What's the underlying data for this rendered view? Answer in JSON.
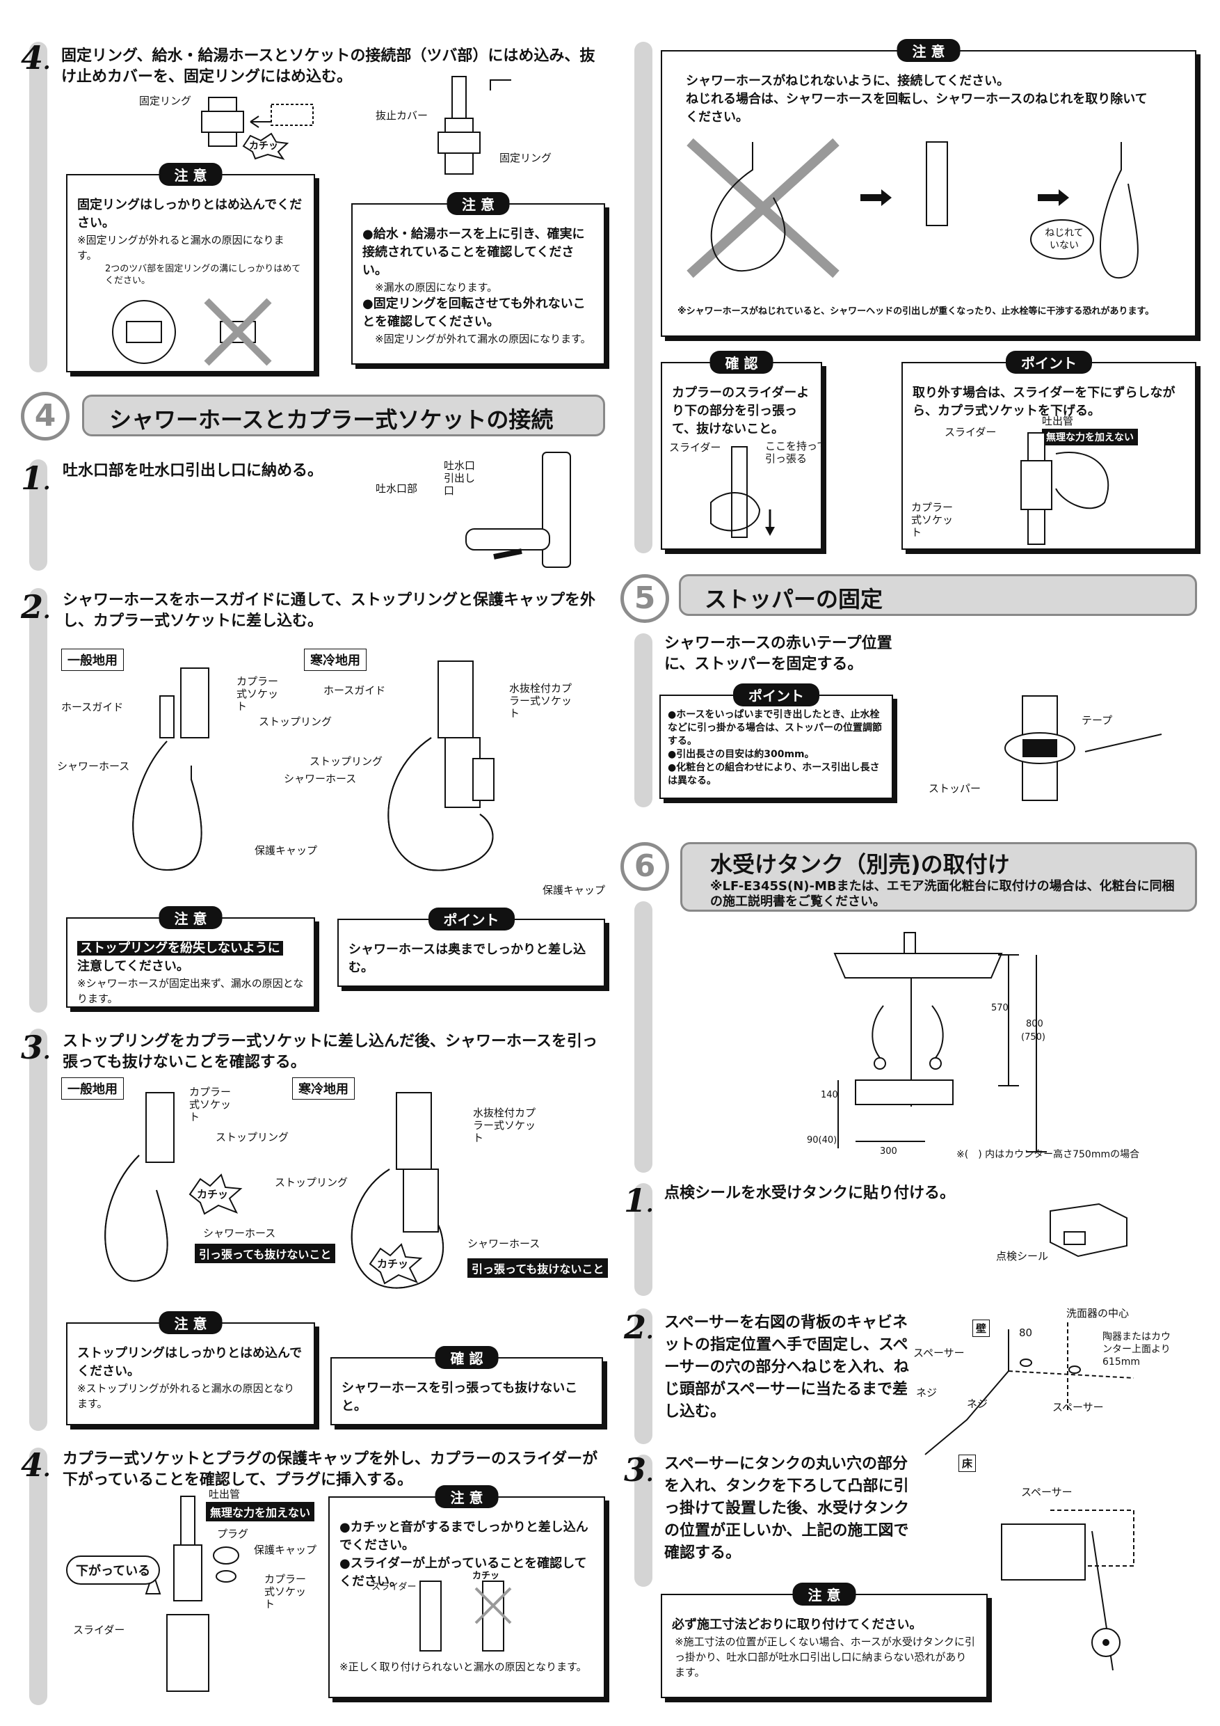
{
  "left": {
    "s3_step4": {
      "num": "4",
      "text": "固定リング、給水・給湯ホースとソケットの接続部（ツバ部）にはめ込み、抜け止めカバーを、固定リングにはめ込む。",
      "labels": {
        "ring": "固定リング",
        "click": "カチッ",
        "cover": "抜止カバー",
        "ring2": "固定リング"
      },
      "caution1": {
        "tag": "注 意",
        "main": "固定リングはしっかりとはめ込んでください。",
        "note": "※固定リングが外れると漏水の原因になります。",
        "sub": "2つのツバ部を固定リングの溝にしっかりはめてください。"
      },
      "caution2": {
        "tag": "注 意",
        "b1": "●給水・給湯ホースを上に引き、確実に接続されていることを確認してください。",
        "n1": "※漏水の原因になります。",
        "b2": "●固定リングを回転させても外れないことを確認してください。",
        "n2": "※固定リングが外れて漏水の原因になります。"
      }
    },
    "sec4": {
      "num": "4",
      "title": "シャワーホースとカプラー式ソケットの接続"
    },
    "s4_step1": {
      "num": "1",
      "text": "吐水口部を吐水口引出し口に納める。",
      "labels": {
        "outlet": "吐水口引出し口",
        "spout": "吐水口部"
      }
    },
    "s4_step2": {
      "num": "2",
      "text": "シャワーホースをホースガイドに通して、ストップリングと保護キャップを外し、カプラー式ソケットに差し込む。",
      "general": "一般地用",
      "cold": "寒冷地用",
      "labels": {
        "coupler": "カプラー式ソケット",
        "guide": "ホースガイド",
        "ring": "ストップリング",
        "hose": "シャワーホース",
        "cap": "保護キャップ",
        "guide2": "ホースガイド",
        "drain": "水抜栓付カプラー式ソケット",
        "ring2": "ストップリング",
        "hose2": "シャワーホース",
        "cap2": "保護キャップ"
      },
      "caution": {
        "tag": "注 意",
        "main": "ストップリングを紛失しないように",
        "main2": "注意してください。",
        "note": "※シャワーホースが固定出来ず、漏水の原因となります。"
      },
      "point": {
        "tag": "ポイント",
        "text": "シャワーホースは奥までしっかりと差し込む。"
      }
    },
    "s4_step3": {
      "num": "3",
      "text": "ストップリングをカプラー式ソケットに差し込んだ後、シャワーホースを引っ張っても抜けないことを確認する。",
      "general": "一般地用",
      "cold": "寒冷地用",
      "labels": {
        "coupler": "カプラー式ソケット",
        "ring": "ストップリング",
        "click": "カチッ",
        "hose": "シャワーホース",
        "pull": "引っ張っても抜けないこと",
        "drain": "水抜栓付カプラー式ソケット",
        "ring2": "ストップリング",
        "click2": "カチッ",
        "hose2": "シャワーホース",
        "pull2": "引っ張っても抜けないこと"
      },
      "caution": {
        "tag": "注 意",
        "main": "ストップリングはしっかりとはめ込んでください。",
        "note": "※ストップリングが外れると漏水の原因となります。"
      },
      "check": {
        "tag": "確 認",
        "text": "シャワーホースを引っ張っても抜けないこと。"
      }
    },
    "s4_step4": {
      "num": "4",
      "text": "カプラー式ソケットとプラグの保護キャップを外し、カプラーのスライダーが下がっていることを確認して、プラグに挿入する。",
      "labels": {
        "outlet": "吐出管",
        "noforce": "無理な力を加えない",
        "plug": "プラグ",
        "cap": "保護キャップ",
        "down": "下がっている",
        "coupler": "カプラー式ソケット",
        "slider": "スライダー",
        "slider2": "スライダー",
        "click": "カチッ"
      },
      "caution": {
        "tag": "注 意",
        "b1": "●カチッと音がするまでしっかりと差し込んでください。",
        "b2": "●スライダーが上がっていることを確認してください。",
        "note": "※正しく取り付けられないと漏水の原因となります。"
      }
    }
  },
  "right": {
    "top_caution": {
      "tag": "注 意",
      "l1": "シャワーホースがねじれないように、接続してください。",
      "l2": "ねじれる場合は、シャワーホースを回転し、シャワーホースのねじれを取り除いてください。",
      "notwisted": "ねじれていない",
      "note": "※シャワーホースがねじれていると、シャワーヘッドの引出しが重くなったり、止水栓等に干渉する恐れがあります。"
    },
    "check": {
      "tag": "確 認",
      "text": "カプラーのスライダーより下の部分を引っ張って、抜けないこと。",
      "slider": "スライダー",
      "hold": "ここを持って引っ張る"
    },
    "point": {
      "tag": "ポイント",
      "text": "取り外す場合は、スライダーを下にずらしながら、カプラ式ソケットを下げる。",
      "slider": "スライダー",
      "outlet": "吐出管",
      "noforce": "無理な力を加えない",
      "coupler": "カプラー式ソケット"
    },
    "sec5": {
      "num": "5",
      "title": "ストッパーの固定",
      "text": "シャワーホースの赤いテープ位置に、ストッパーを固定する。",
      "point_tag": "ポイント",
      "p1": "●ホースをいっぱいまで引き出したとき、止水栓などに引っ掛かる場合は、ストッパーの位置調節　する。",
      "p2": "●引出長さの目安は約300mm。",
      "p3": "●化粧台との組合わせにより、ホース引出し長さは異なる。",
      "tape": "テープ",
      "stopper": "ストッパー"
    },
    "sec6": {
      "num": "6",
      "title": "水受けタンク（別売)の取付け",
      "sub": "※LF-E345S(N)-MBまたは、エモア洗面化粧台に取付けの場合は、化粧台に同梱の施工説明書をご覧ください。",
      "dims": {
        "d570": "570",
        "d800": "800",
        "d750": "(750)",
        "d140": "140",
        "d90": "90(40)",
        "d300": "300"
      },
      "dimnote": "※(　) 内はカウンター高さ750mmの場合"
    },
    "s6_step1": {
      "num": "1",
      "text": "点検シールを水受けタンクに貼り付ける。",
      "seal": "点検シール"
    },
    "s6_step2": {
      "num": "2",
      "text": "スペーサーを右図の背板のキャビネットの指定位置へ手で固定し、スペーサーの穴の部分へねじを入れ、ねじ頭部がスペーサーに当たるまで差し込む。",
      "wall": "壁",
      "center": "洗面器の中心",
      "d80": "80",
      "height": "陶器またはカウンター上面より615mm",
      "spacer": "スペーサー",
      "screw": "ネジ",
      "screw2": "ネジ",
      "spacer2": "スペーサー",
      "floor": "床"
    },
    "s6_step3": {
      "num": "3",
      "text": "スペーサーにタンクの丸い穴の部分を入れ、タンクを下ろして凸部に引っ掛けて設置した後、水受けタンクの位置が正しいか、上記の施工図で確認する。",
      "spacer": "スペーサー"
    },
    "final_caution": {
      "tag": "注 意",
      "main": "必ず施工寸法どおりに取り付けてください。",
      "note": "※施工寸法の位置が正しくない場合、ホースが水受けタンクに引っ掛かり、吐水口部が吐水口引出し口に納まらない恐れがあります。"
    }
  }
}
